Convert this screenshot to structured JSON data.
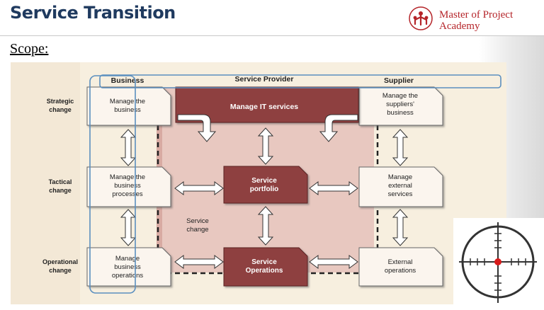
{
  "header": {
    "title": "Service Transition",
    "logo_line1": "Master of Project",
    "logo_line2": "Academy"
  },
  "scope_label": "Scope:",
  "diagram": {
    "columns": {
      "business": "Business",
      "provider": "Service Provider",
      "supplier": "Supplier"
    },
    "rows": {
      "strategic": [
        "Strategic",
        "change"
      ],
      "tactical": [
        "Tactical",
        "change"
      ],
      "operational": [
        "Operational",
        "change"
      ]
    },
    "business_boxes": {
      "strategic": [
        "Manage the",
        "business"
      ],
      "tactical": [
        "Manage the",
        "business",
        "processes"
      ],
      "operational": [
        "Manage",
        "business",
        "operations"
      ]
    },
    "provider_boxes": {
      "it_services": "Manage IT services",
      "portfolio": [
        "Service",
        "portfolio"
      ],
      "operations": [
        "Service",
        "Operations"
      ],
      "change": [
        "Service",
        "change"
      ]
    },
    "supplier_boxes": {
      "strategic": [
        "Manage the",
        "suppliers'",
        "business"
      ],
      "tactical": [
        "Manage",
        "external",
        "services"
      ],
      "operational": [
        "External",
        "operations"
      ]
    }
  },
  "colors": {
    "title": "#1f3a5f",
    "brand": "#b5252a",
    "provider_box": "#8e4040",
    "highlight": "#5b8fbf"
  },
  "icons": {
    "logo": "person-network-icon",
    "target": "crosshair-icon"
  }
}
